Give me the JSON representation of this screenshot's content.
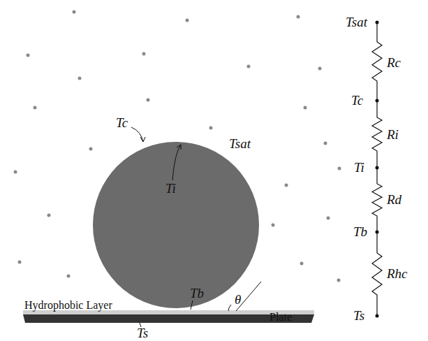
{
  "diagram": {
    "labels": [
      "Tsat",
      "Rc",
      "Tc",
      "Ri",
      "Ti",
      "Rd",
      "Tb",
      "Rhc",
      "Ts",
      "Tc",
      "Ti",
      "Tsat",
      "Tb",
      "θ",
      "Hydrophobic Layer",
      "Plate",
      "Ts"
    ]
  }
}
